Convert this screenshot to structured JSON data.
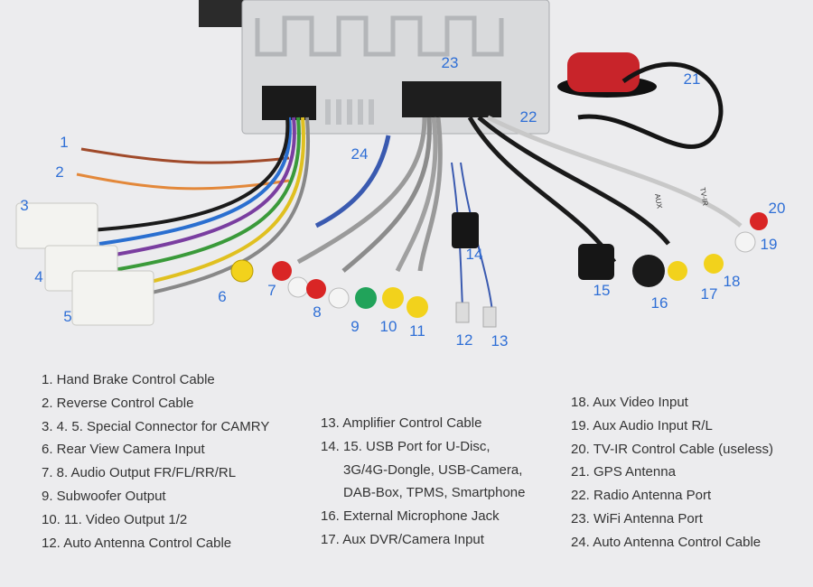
{
  "callouts": [
    "1",
    "2",
    "3",
    "4",
    "5",
    "6",
    "7",
    "8",
    "9",
    "10",
    "11",
    "12",
    "13",
    "14",
    "15",
    "16",
    "17",
    "18",
    "19",
    "20",
    "21",
    "22",
    "23",
    "24"
  ],
  "legend": {
    "col1": [
      "1. Hand Brake Control Cable",
      "2. Reverse Control Cable",
      "3. 4. 5. Special Connector for CAMRY",
      "6. Rear View Camera Input",
      "7. 8. Audio Output FR/FL/RR/RL",
      "9. Subwoofer Output",
      "10. 11. Video Output 1/2",
      "12. Auto Antenna Control Cable"
    ],
    "col2": [
      "13. Amplifier Control Cable",
      "14. 15. USB Port for U-Disc,",
      "3G/4G-Dongle, USB-Camera,",
      "DAB-Box, TPMS, Smartphone",
      "16. External Microphone Jack",
      "17. Aux DVR/Camera Input"
    ],
    "col3": [
      "18. Aux Video Input",
      "19. Aux Audio Input R/L",
      "20. TV-IR Control Cable (useless)",
      "21. GPS Antenna",
      "22. Radio Antenna Port",
      "23. WiFi Antenna Port",
      "24. Auto Antenna Control Cable"
    ]
  },
  "colors": {
    "callout": "#2f6fd6",
    "background": "#ececee",
    "text": "#333333"
  },
  "cable_labels": [
    "AUX",
    "TV-IR"
  ]
}
